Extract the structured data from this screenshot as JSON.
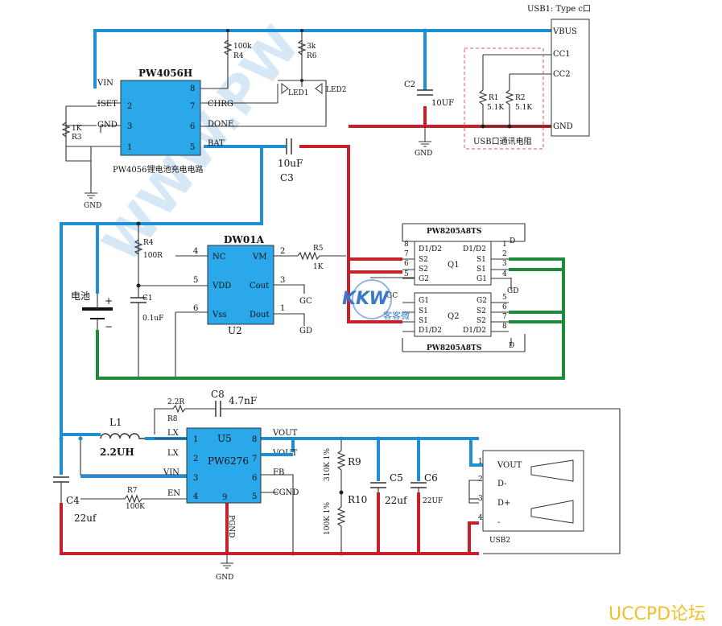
{
  "colors": {
    "blue_wire": "#1f8fd1",
    "red_wire": "#c8202a",
    "green_wire": "#1f8a3a",
    "ic_fill": "#2aa8ea",
    "dashed_box": "#e05050",
    "watermark": "#c9e0f4",
    "forum": "#f0c02a"
  },
  "watermark": {
    "text": "WWW.PW",
    "logo": "KKW",
    "logo_sub": "客客微"
  },
  "forum_label": "UCCPD论坛",
  "usb_c": {
    "title": "USB1: Type c口",
    "pins": [
      "VBUS",
      "CC1",
      "CC2",
      "GND"
    ],
    "cc_box_label": "USB口通讯电阻",
    "r1": {
      "name": "R1",
      "value": "5.1K"
    },
    "r2": {
      "name": "R2",
      "value": "5.1K"
    }
  },
  "charger": {
    "name": "PW4056H",
    "subtitle": "PW4056锂电池充电电路",
    "left_labels": [
      "VIN",
      "ISET",
      "GND"
    ],
    "left_pins": [
      "2",
      "3",
      "1"
    ],
    "right_labels": [
      "CHRG",
      "DONE",
      "BAT"
    ],
    "right_pins": [
      "8",
      "7",
      "6",
      "5"
    ],
    "r4": {
      "name": "R4",
      "value": "100k"
    },
    "r6": {
      "name": "R6",
      "value": "3k"
    },
    "r3": {
      "name": "R3",
      "value": "1K"
    },
    "led1": "LED1",
    "led2": "LED2",
    "gnd": "GND",
    "c2": {
      "name": "C2",
      "value": "10UF"
    },
    "c2_gnd": "GND",
    "c3": {
      "name": "C3",
      "value": "10uF"
    }
  },
  "protection": {
    "name": "DW01A",
    "ref": "U2",
    "left_labels": [
      "NC",
      "VDD",
      "Vss"
    ],
    "left_pins": [
      "4",
      "5",
      "6"
    ],
    "right_labels": [
      "VM",
      "Cout",
      "Dout"
    ],
    "right_pins": [
      "2",
      "3",
      "1"
    ],
    "gc": "GC",
    "gd": "GD",
    "r4": {
      "name": "R4",
      "value": "100R"
    },
    "c1": {
      "name": "C1",
      "value": "0.1uF"
    },
    "r5": {
      "name": "R5",
      "value": "1K"
    }
  },
  "battery": {
    "label": "电池",
    "plus": "+",
    "minus": "−"
  },
  "mosfet": {
    "part": "PW8205A8TS",
    "q1": {
      "ref": "Q1",
      "left": [
        "D1/D2",
        "S2",
        "S2",
        "G2"
      ],
      "right": [
        "D1/D2",
        "S1",
        "S1",
        "G1"
      ],
      "left_pins": [
        "8",
        "7",
        "6",
        "5"
      ],
      "right_pins": [
        "1",
        "2",
        "3",
        "4"
      ]
    },
    "q2": {
      "ref": "Q2",
      "left": [
        "G1",
        "S1",
        "S1",
        "D1/D2"
      ],
      "right": [
        "G2",
        "S2",
        "S2",
        "D1/D2"
      ],
      "right_pins": [
        "5",
        "6",
        "7",
        "8"
      ]
    },
    "d": "D",
    "gd": "GD",
    "gc": "GC"
  },
  "boost": {
    "name": "PW6276",
    "ref": "U5",
    "left_labels": [
      "LX",
      "LX",
      "VIN",
      "EN"
    ],
    "left_pins": [
      "1",
      "2",
      "3",
      "4"
    ],
    "right_labels": [
      "VOUT",
      "VOUT",
      "FB",
      "CGND"
    ],
    "right_pins": [
      "8",
      "7",
      "6",
      "5"
    ],
    "bottom_pin": "9",
    "bottom_label": "PGND",
    "l1": {
      "name": "L1",
      "value": "2.2UH"
    },
    "r8": {
      "name": "R8",
      "value": "2.2R"
    },
    "c8": {
      "name": "C8",
      "value": "4.7nF"
    },
    "r7": {
      "name": "R7",
      "value": "100K"
    },
    "r9": {
      "name": "R9",
      "value": "310K 1%"
    },
    "r10": {
      "name": "R10",
      "value": "100K 1%"
    },
    "c5": {
      "name": "C5",
      "value": "22uf"
    },
    "c6": {
      "name": "C6",
      "value": "22UF"
    },
    "c4": {
      "name": "C4",
      "value": "22uf"
    },
    "gnd": "GND"
  },
  "usb_a": {
    "ref": "USB2",
    "pins": [
      "1",
      "2",
      "3",
      "4"
    ],
    "labels": [
      "VOUT",
      "D-",
      "D+",
      "-"
    ]
  }
}
